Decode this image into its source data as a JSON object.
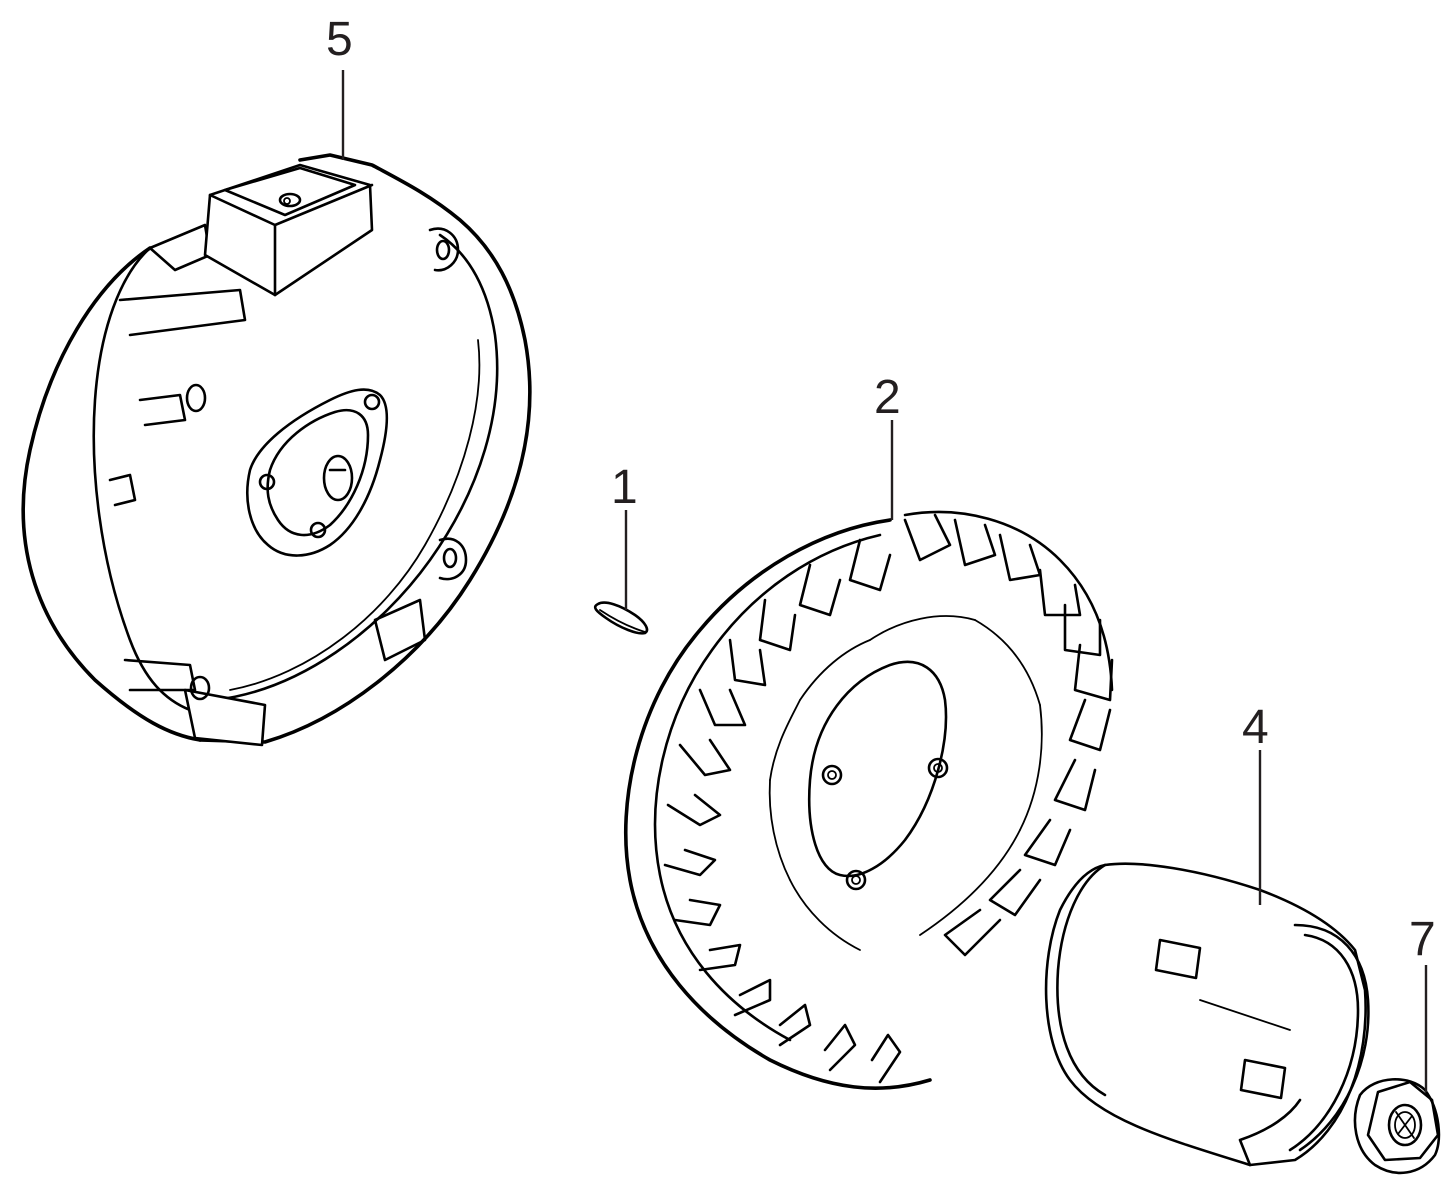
{
  "diagram": {
    "callouts": [
      {
        "id": "p5",
        "label": "5"
      },
      {
        "id": "p2",
        "label": "2"
      },
      {
        "id": "p1",
        "label": "1"
      },
      {
        "id": "p4",
        "label": "4"
      },
      {
        "id": "p7",
        "label": "7"
      }
    ],
    "parts": [
      {
        "ref": "5",
        "shape": "stator-plate-icon"
      },
      {
        "ref": "1",
        "shape": "woodruff-key-icon"
      },
      {
        "ref": "2",
        "shape": "flywheel-fan-icon"
      },
      {
        "ref": "4",
        "shape": "starter-cup-icon"
      },
      {
        "ref": "7",
        "shape": "flange-nut-icon"
      }
    ],
    "line_color": "#000000",
    "label_color": "#231f20"
  }
}
